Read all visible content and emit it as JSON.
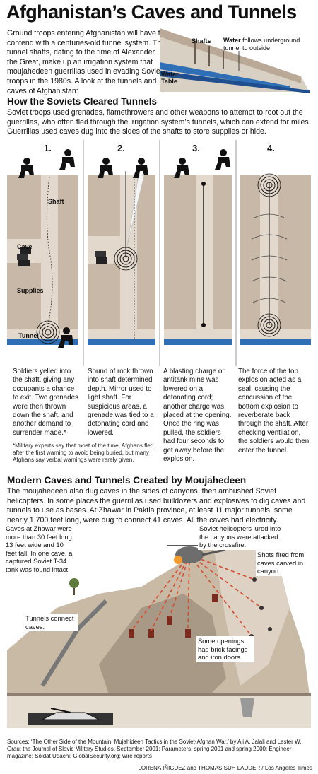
{
  "title": "Afghanistan’s Caves and Tunnels",
  "intro": "Ground troops entering Afghanistan will have to contend with a centuries-old tunnel system. The tunnel shafts, dating to the time of Alexander the Great, make up an irrigation system that moujahedeen guerrillas used in evading Soviet troops in the 1980s. A look at the tunnels and caves of Afghanistan:",
  "inset": {
    "shafts": "Shafts",
    "water_bold": "Water",
    "water_rest": " follows underground tunnel to outside",
    "table_1": "Water",
    "table_2": "Table"
  },
  "section1": {
    "heading": "How the Soviets Cleared Tunnels",
    "text": "Soviet troops used grenades, flamethrowers and other weapons to attempt to root out the guerrillas, who often fled through the irrigation system’s tunnels, which can extend for miles. Guerrillas used caves dug into the sides of the shafts to store supplies or hide.",
    "labels": {
      "shaft": "Shaft",
      "cave": "Cave",
      "supplies": "Supplies",
      "tunnel": "Tunnel"
    },
    "steps": [
      {
        "num": "1.",
        "caption": "Soldiers yelled into the shaft, giving any occupants a chance to exit. Two grenades were then thrown down the shaft, and another demand to surrender made.*"
      },
      {
        "num": "2.",
        "caption": "Sound of rock thrown into shaft determined depth. Mirror used to light shaft. For suspicious areas, a grenade was tied to a detonating cord and lowered."
      },
      {
        "num": "3.",
        "caption": "A blasting charge or antitank mine was lowered on a detonating cord; another charge was placed at the opening. Once the ring was pulled, the soldiers had four seconds to get away before the explosion."
      },
      {
        "num": "4.",
        "caption": "The force of the top explosion acted as a seal, causing the concussion of the bottom explosion to reverberate back through the shaft. After checking ventilation, the soldiers would then enter the tunnel."
      }
    ],
    "footnote": "*Military experts say that most of the time, Afghans fled after the first warning to avoid being buried, but many Afghans say verbal warnings were rarely given."
  },
  "section2": {
    "heading": "Modern Caves and Tunnels Created by Moujahedeen",
    "text": "The moujahedeen also dug caves in the sides of canyons, then ambushed Soviet helicopters. In some places the guerrillas used bulldozers and explosives to dig caves and tunnels to use as bases. At Zhawar in Paktia province, at least 11 major tunnels, some nearly 1,700 feet long, were dug to connect 41 caves. All the caves had electricity.",
    "callouts": {
      "zhawar": "Caves at Zhawar were more than 30 feet long, 13 feet wide and 10 feet tall. In one cave, a captured Soviet T-34 tank was found intact.",
      "helicopters": "Soviet helicopters lured into the canyons were attacked by the crossfire.",
      "shots": "Shots fired from caves carved in canyon.",
      "tunnels": "Tunnels connect caves.",
      "openings": "Some openings had brick facings and iron doors."
    }
  },
  "sources": "Sources: ‘The Other Side of the Mountain: Mujahideen Tactics in the Soviet-Afghan War,’ by Ali A. Jalali and Lester W. Grau; the Journal of Slavic Military Studies, September 2001; Parameters, spring 2001 and spring 2000; Engineer magazine; Soldat Udachi; GlobalSecurity.org; wire reports",
  "credit": "LORENA IÑIGUEZ and THOMAS SUH LAUDER / Los Angeles Times",
  "colors": {
    "earth": "#c7b8a7",
    "earth_dark": "#8f7f70",
    "water": "#2f6fb5",
    "sky": "#ffffff",
    "blast": "#d94a2b"
  }
}
